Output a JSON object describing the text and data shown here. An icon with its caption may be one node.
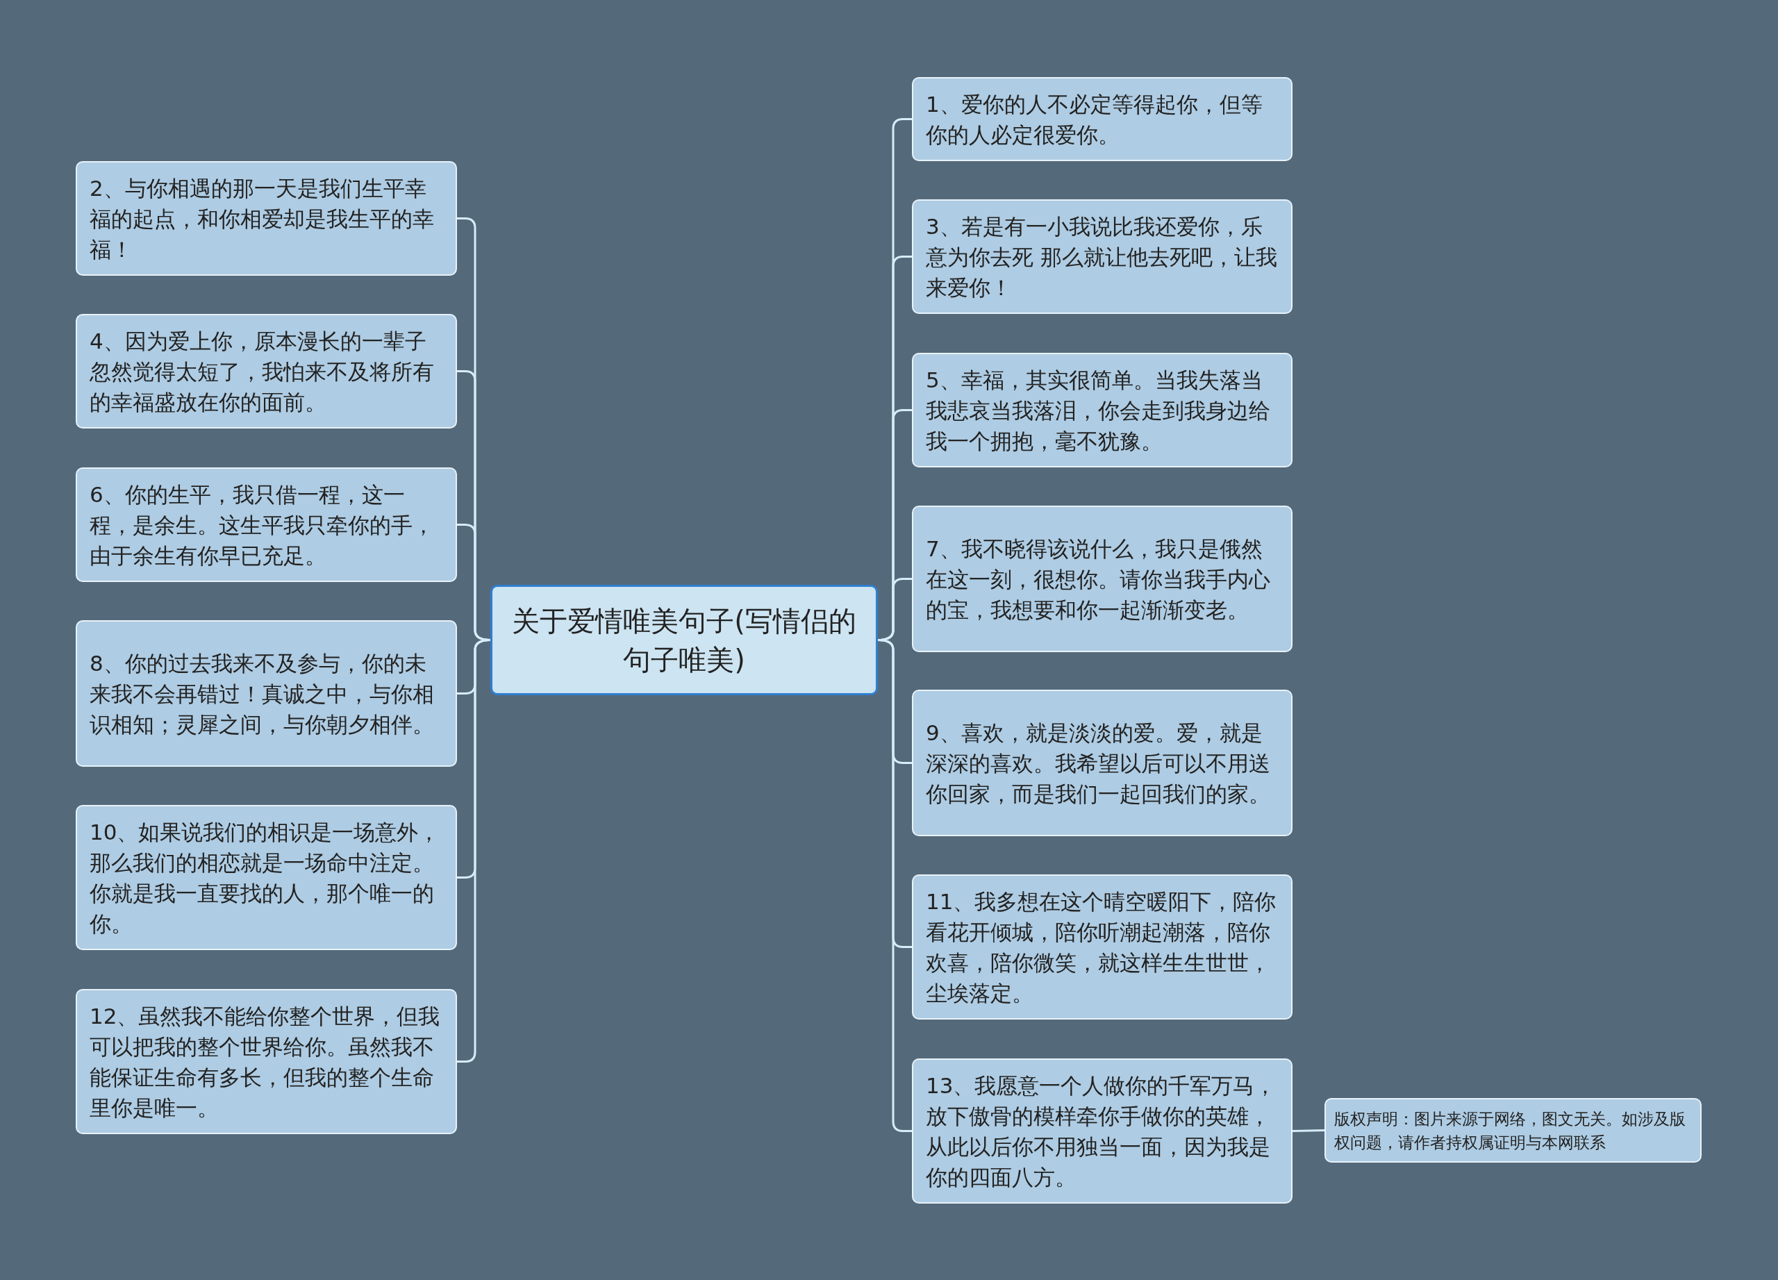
{
  "diagram": {
    "nodes": [
      {
        "text": [
          "关于爱情唯美句子(写情侣的句子唯美)"
        ]
      },
      {
        "text": [
          "1、爱你的人不必定等得起你，但等你的人必定很爱你。"
        ]
      },
      {
        "text": [
          "2、与你相遇的那一天是我们生平幸福的起点，和你相爱却是我生平的幸福！"
        ]
      },
      {
        "text": [
          "3、若是有一小我说比我还爱你，乐意为你去死 那么就让他去死吧，让我来爱你！"
        ]
      },
      {
        "text": [
          "4、因为爱上你，原本漫长的一辈子忽然觉得太短了，我怕来不及将所有的幸福盛放在你的面前。"
        ]
      },
      {
        "text": [
          "5、幸福，其实很简单。当我失落当我悲哀当我落泪，你会走到我身边给我一个拥抱，毫不犹豫。"
        ]
      },
      {
        "text": [
          "6、你的生平，我只借一程，这一程，是余生。这生平我只牵你的手，由于余生有你早已充足。"
        ]
      },
      {
        "text": [
          "7、我不晓得该说什么，我只是俄然在这一刻，很想你。请你当我手内心的宝，我想要和你一起渐渐变老。"
        ]
      },
      {
        "text": [
          "8、你的过去我来不及参与，你的未来我不会再错过！真诚之中，与你相识相知；灵犀之间，与你朝夕相伴。"
        ]
      },
      {
        "text": [
          "9、喜欢，就是淡淡的爱。爱，就是深深的喜欢。我希望以后可以不用送你回家，而是我们一起回我们的家。"
        ]
      },
      {
        "text": [
          "10、如果说我们的相识是一场意外，那么我们的相恋就是一场命中注定。你就是我一直要找的人，那个唯一的你。"
        ]
      },
      {
        "text": [
          "11、我多想在这个晴空暖阳下，陪你看花开倾城，陪你听潮起潮落，陪你欢喜，陪你微笑，就这样生生世世，尘埃落定。"
        ]
      },
      {
        "text": [
          "12、虽然我不能给你整个世界，但我可以把我的整个世界给你。虽然我不能保证生命有多长，但我的整个生命里你是唯一。"
        ]
      },
      {
        "text": [
          "13、我愿意一个人做你的千军万马，放下傲骨的模样牵你手做你的英雄，从此以后你不用独当一面，因为我是你的四面八方。"
        ]
      },
      {
        "text": [
          "版权声明：图片来源于网络，图文无关。如涉及版权问题，请作者持权属证明与本网联系"
        ]
      }
    ],
    "edges": [
      {
        "from": 0,
        "to": 1,
        "arrow": "none"
      },
      {
        "from": 0,
        "to": 2,
        "arrow": "none"
      },
      {
        "from": 0,
        "to": 3,
        "arrow": "none"
      },
      {
        "from": 0,
        "to": 4,
        "arrow": "none"
      },
      {
        "from": 0,
        "to": 5,
        "arrow": "none"
      },
      {
        "from": 0,
        "to": 6,
        "arrow": "none"
      },
      {
        "from": 0,
        "to": 7,
        "arrow": "none"
      },
      {
        "from": 0,
        "to": 8,
        "arrow": "none"
      },
      {
        "from": 0,
        "to": 9,
        "arrow": "none"
      },
      {
        "from": 0,
        "to": 10,
        "arrow": "none"
      },
      {
        "from": 0,
        "to": 11,
        "arrow": "none"
      },
      {
        "from": 0,
        "to": 12,
        "arrow": "none"
      },
      {
        "from": 0,
        "to": 13,
        "arrow": "none"
      },
      {
        "from": 13,
        "to": 14,
        "arrow": "none"
      }
    ]
  }
}
